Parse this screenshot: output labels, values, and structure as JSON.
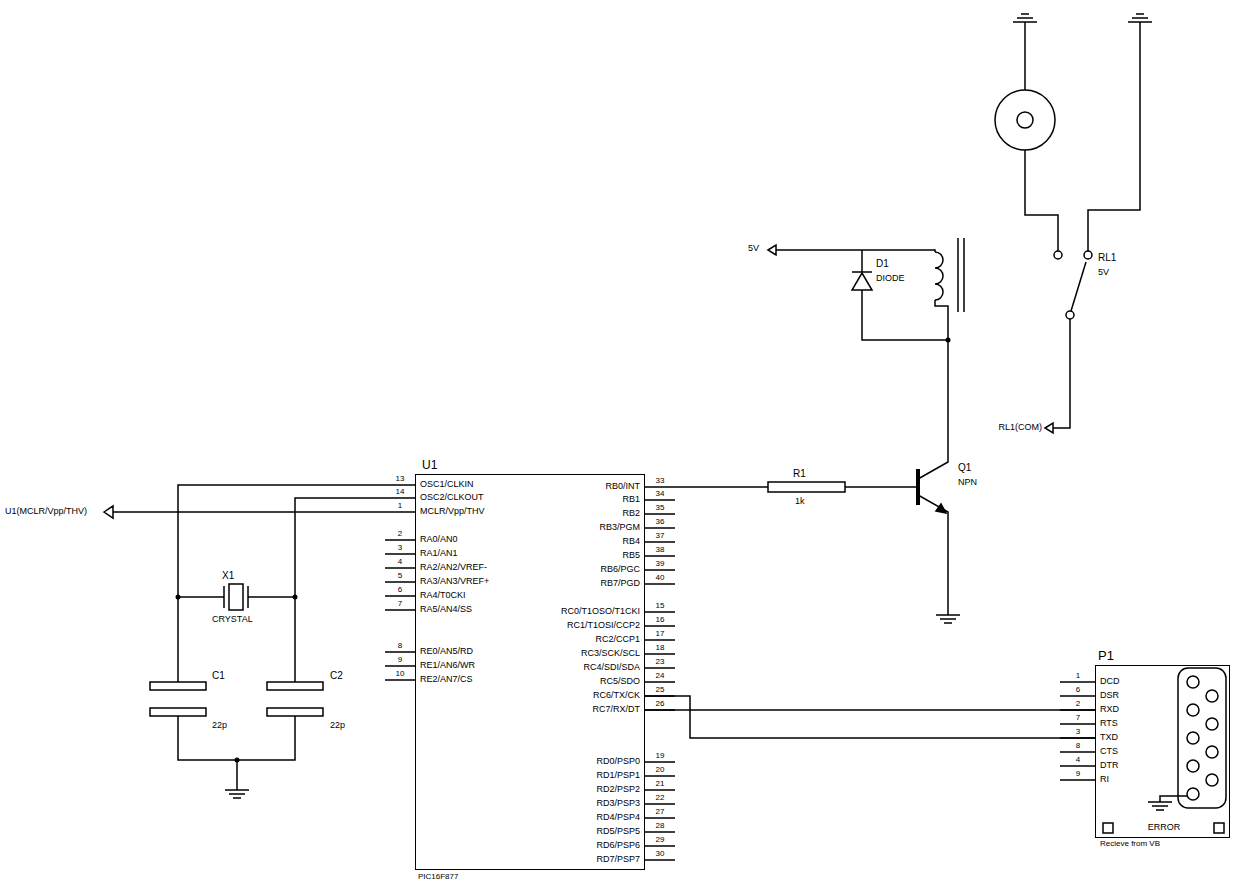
{
  "diagram": {
    "nodes": [
      {
        "text": [
          "U1",
          "PIC16F877"
        ]
      },
      {
        "text": [
          "P1",
          "Recieve from VB"
        ]
      }
    ],
    "edges": [
      {
        "from": 0,
        "to": 1,
        "arrow": "none"
      },
      {
        "from": 0,
        "to": 1,
        "arrow": "none"
      }
    ],
    "labels": [
      "13",
      "OSC1/CLKIN",
      "14",
      "OSC2/CLKOUT",
      "1",
      "MCLR/Vpp/THV",
      "2",
      "RA0/AN0",
      "3",
      "RA1/AN1",
      "4",
      "RA2/AN2/VREF-",
      "5",
      "RA3/AN3/VREF+",
      "6",
      "RA4/T0CKI",
      "7",
      "RA5/AN4/SS",
      "8",
      "RE0/AN5/RD",
      "9",
      "RE1/AN6/WR",
      "10",
      "RE2/AN7/CS",
      "33",
      "RB0/INT",
      "34",
      "RB1",
      "35",
      "RB2",
      "36",
      "RB3/PGM",
      "37",
      "RB4",
      "38",
      "RB5",
      "39",
      "RB6/PGC",
      "40",
      "RB7/PGD",
      "15",
      "RC0/T1OSO/T1CKI",
      "16",
      "RC1/T1OSI/CCP2",
      "17",
      "RC2/CCP1",
      "18",
      "RC3/SCK/SCL",
      "23",
      "RC4/SDI/SDA",
      "24",
      "RC5/SDO",
      "25",
      "RC6/TX/CK",
      "26",
      "RC7/RX/DT",
      "19",
      "RD0/PSP0",
      "20",
      "RD1/PSP1",
      "21",
      "RD2/PSP2",
      "22",
      "RD3/PSP3",
      "27",
      "RD4/PSP4",
      "28",
      "RD5/PSP5",
      "29",
      "RD6/PSP6",
      "30",
      "RD7/PSP7",
      "1",
      "DCD",
      "6",
      "DSR",
      "2",
      "RXD",
      "7",
      "RTS",
      "3",
      "TXD",
      "8",
      "CTS",
      "4",
      "DTR",
      "9",
      "RI",
      "X1",
      "CRYSTAL",
      "C1",
      "22p",
      "C2",
      "22p",
      "U1(MCLR/Vpp/THV)",
      "R1",
      "1k",
      "Q1",
      "NPN",
      "5V",
      "D1",
      "DIODE",
      "RL1",
      "5V",
      "RL1(COM)",
      "ERROR"
    ]
  }
}
